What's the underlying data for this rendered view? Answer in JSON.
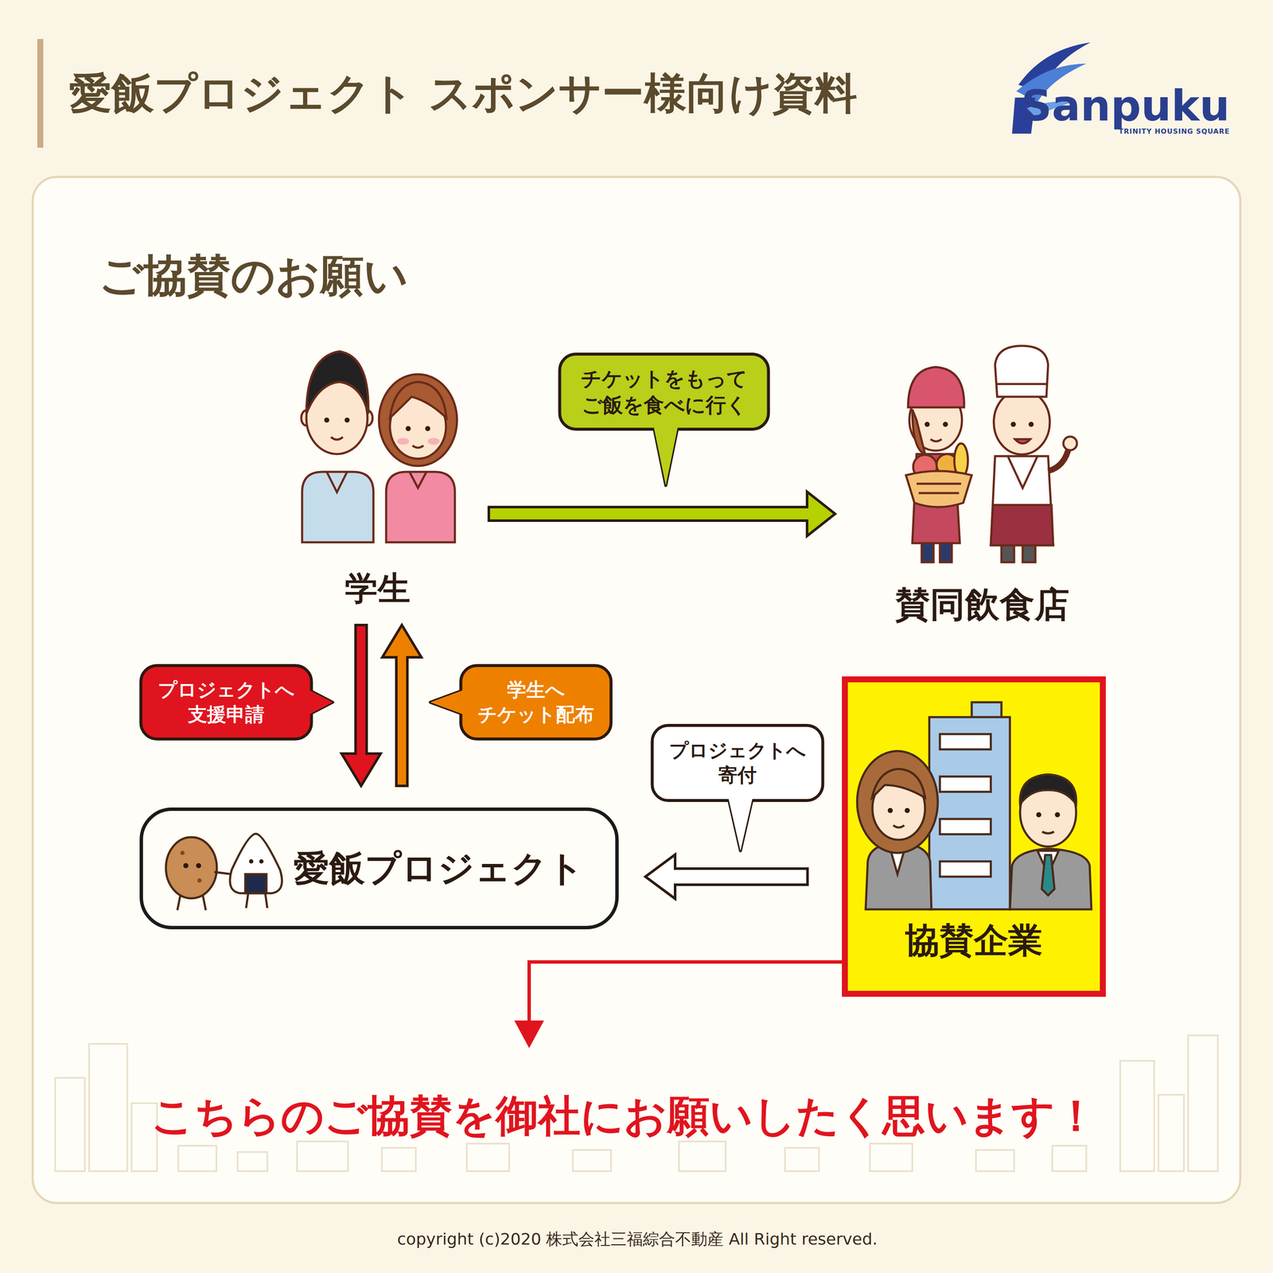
{
  "diagram": {
    "title": "愛飯プロジェクト スポンサー様向け資料",
    "nodes": [
      {
        "text": [
          "学生"
        ]
      },
      {
        "text": [
          "賛同飲食店"
        ]
      },
      {
        "text": [
          "愛飯プロジェクト"
        ]
      },
      {
        "text": [
          "協賛企業"
        ]
      }
    ],
    "edges": [
      {
        "from": 0,
        "to": 1,
        "arrow": "to",
        "label": "チケットをもって ご飯を食べに行く"
      },
      {
        "from": 0,
        "to": 2,
        "arrow": "to",
        "label": "プロジェクトへ 支援申請"
      },
      {
        "from": 2,
        "to": 0,
        "arrow": "to",
        "label": "学生へ チケット配布"
      },
      {
        "from": 3,
        "to": 2,
        "arrow": "to",
        "label": "プロジェクトへ 寄付"
      }
    ],
    "labels": [
      "Sanpuku",
      "TRINITY HOUSING SQUARE",
      "ご協賛のお願い",
      "こちらのご協賛を御社にお願いしたく思います！",
      "copyright (c)2020 株式会社三福綜合不動産 All Right reserved."
    ]
  }
}
